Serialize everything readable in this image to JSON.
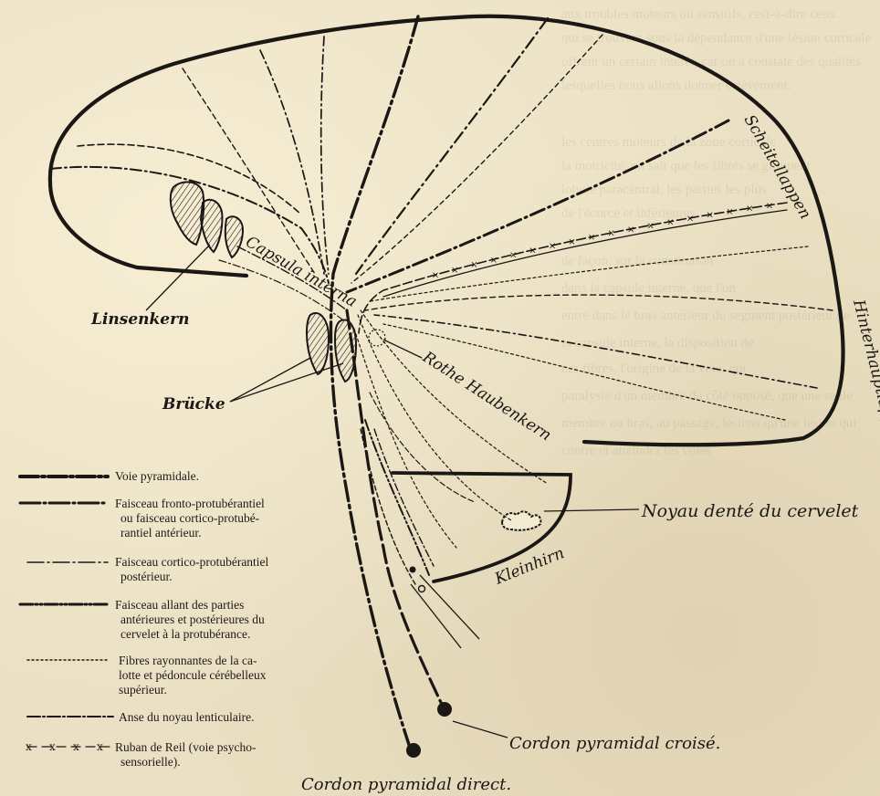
{
  "labels": {
    "linsenkern": "Linsenkern",
    "brucke": "Brücke",
    "capsula": "Capsula interna",
    "rothe": "Rothe Haubenkern",
    "scheitel": "Scheitellappen",
    "hinterhaupt": "Hinterhauptlappen",
    "kleinhirn": "Kleinhirn",
    "noyau_dente": "Noyau denté du cervelet",
    "pyr_croise": "Cordon pyramidal croisé.",
    "pyr_direct": "Cordon pyramidal direct."
  },
  "legend": [
    {
      "symbol": "pyramidal-line",
      "lines": [
        "Voie pyramidale."
      ]
    },
    {
      "symbol": "fronto-line",
      "lines": [
        "Faisceau fronto-protubérantiel",
        "ou faisceau cortico-protubé-",
        "rantiel antérieur."
      ]
    },
    {
      "symbol": "cortico-post-line",
      "lines": [
        "Faisceau cortico-protubérantiel",
        "postérieur."
      ]
    },
    {
      "symbol": "cerebellar-line",
      "lines": [
        "Faisceau allant des parties",
        "antérieures et postérieures du",
        "cervelet à la protubérance."
      ]
    },
    {
      "symbol": "dotted-line",
      "lines": [
        "Fibres rayonnantes de la ca-",
        "lotte et pédoncule cérébelleux",
        "supérieur."
      ]
    },
    {
      "symbol": "anse-line",
      "lines": [
        "Anse du noyau lenticulaire."
      ]
    },
    {
      "symbol": "cross-line",
      "lines": [
        "Ruban de Reil (voie psycho-",
        "sensorielle)."
      ]
    }
  ],
  "colors": {
    "paper": "#ebe0c3",
    "ink": "#1a1714"
  }
}
